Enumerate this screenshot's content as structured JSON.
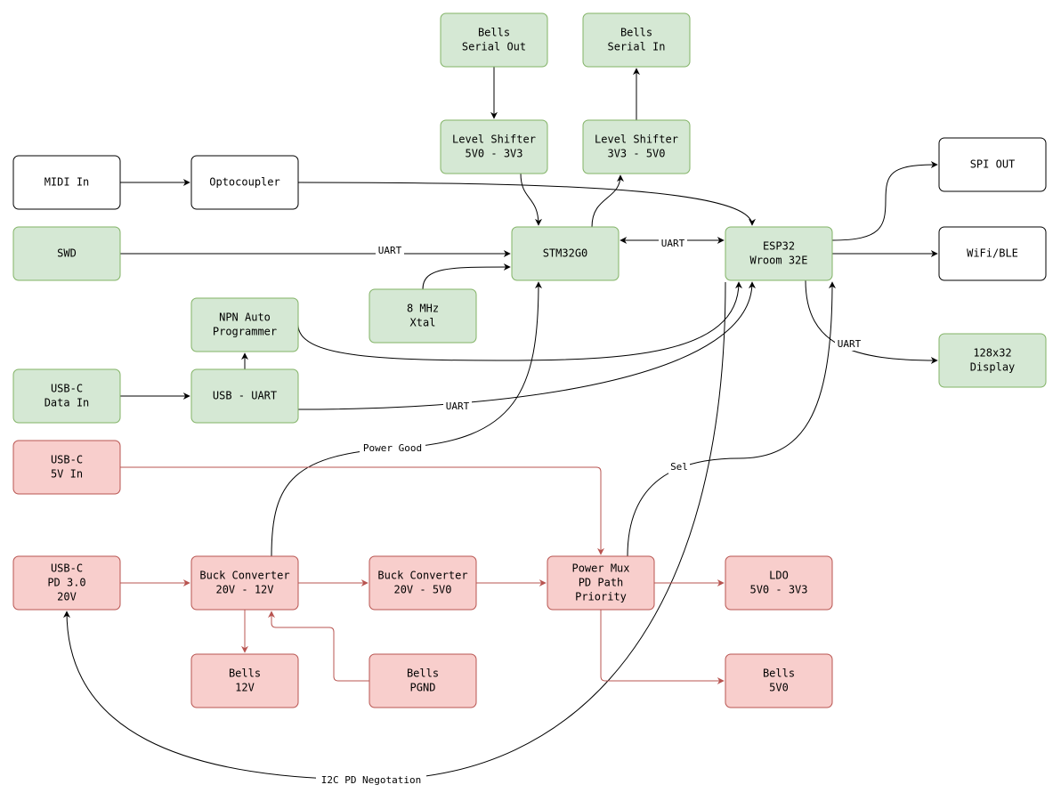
{
  "colors": {
    "green_fill": "#d5e8d4",
    "green_stroke": "#82b366",
    "red_fill": "#f8cecc",
    "red_stroke": "#b85450",
    "white_fill": "#ffffff",
    "black": "#000000"
  },
  "nodes": {
    "bells_serial_out": {
      "lines": [
        "Bells",
        "Serial Out"
      ],
      "style": "green"
    },
    "bells_serial_in": {
      "lines": [
        "Bells",
        "Serial In"
      ],
      "style": "green"
    },
    "level_shifter_5v0_3v3": {
      "lines": [
        "Level Shifter",
        "5V0 - 3V3"
      ],
      "style": "green"
    },
    "level_shifter_3v3_5v0": {
      "lines": [
        "Level Shifter",
        "3V3 - 5V0"
      ],
      "style": "green"
    },
    "midi_in": {
      "lines": [
        "MIDI In"
      ],
      "style": "white"
    },
    "optocoupler": {
      "lines": [
        "Optocoupler"
      ],
      "style": "white"
    },
    "spi_out": {
      "lines": [
        "SPI OUT"
      ],
      "style": "white"
    },
    "swd": {
      "lines": [
        "SWD"
      ],
      "style": "green"
    },
    "stm32g0": {
      "lines": [
        "STM32G0"
      ],
      "style": "green"
    },
    "esp32": {
      "lines": [
        "ESP32",
        "Wroom 32E"
      ],
      "style": "green"
    },
    "wifi_ble": {
      "lines": [
        "WiFi/BLE"
      ],
      "style": "white"
    },
    "npn_auto_programmer": {
      "lines": [
        "NPN Auto",
        "Programmer"
      ],
      "style": "green"
    },
    "xtal": {
      "lines": [
        "8 MHz",
        "Xtal"
      ],
      "style": "green"
    },
    "display": {
      "lines": [
        "128x32",
        "Display"
      ],
      "style": "green"
    },
    "usbc_data_in": {
      "lines": [
        "USB-C",
        "Data In"
      ],
      "style": "green"
    },
    "usb_uart": {
      "lines": [
        "USB - UART"
      ],
      "style": "green"
    },
    "usbc_5v_in": {
      "lines": [
        "USB-C",
        "5V In"
      ],
      "style": "red"
    },
    "usbc_pd": {
      "lines": [
        "USB-C",
        "PD 3.0",
        "20V"
      ],
      "style": "red"
    },
    "buck_20v_12v": {
      "lines": [
        "Buck Converter",
        "20V - 12V"
      ],
      "style": "red"
    },
    "buck_20v_5v0": {
      "lines": [
        "Buck Converter",
        "20V - 5V0"
      ],
      "style": "red"
    },
    "power_mux": {
      "lines": [
        "Power Mux",
        "PD Path",
        "Priority"
      ],
      "style": "red"
    },
    "ldo": {
      "lines": [
        "LDO",
        "5V0 - 3V3"
      ],
      "style": "red"
    },
    "bells_12v": {
      "lines": [
        "Bells",
        "12V"
      ],
      "style": "red"
    },
    "bells_pgnd": {
      "lines": [
        "Bells",
        "PGND"
      ],
      "style": "red"
    },
    "bells_5v0": {
      "lines": [
        "Bells",
        "5V0"
      ],
      "style": "red"
    }
  },
  "edge_labels": {
    "swd_uart": "UART",
    "stm_esp_uart": "UART",
    "usb_uart_esp": "UART",
    "esp_display_uart": "UART",
    "power_good": "Power Good",
    "sel": "Sel",
    "i2c_pd": "I2C PD Negotation"
  }
}
